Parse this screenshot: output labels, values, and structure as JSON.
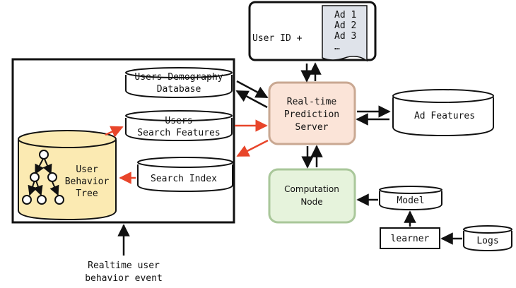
{
  "diagram": {
    "user_id_box": {
      "label": "User ID +"
    },
    "ad_list": {
      "items": [
        "Ad 1",
        "Ad 2",
        "Ad 3",
        "…"
      ]
    },
    "users_demography_db": {
      "line1": "Users Demography",
      "line2": "Database"
    },
    "users_search_features": {
      "line1": "Users",
      "line2": "Search Features"
    },
    "search_index": {
      "label": "Search Index"
    },
    "user_behavior_tree": {
      "line1": "User",
      "line2": "Behavior",
      "line3": "Tree"
    },
    "prediction_server": {
      "line1": "Real-time",
      "line2": "Prediction",
      "line3": "Server"
    },
    "ad_features": {
      "label": "Ad Features"
    },
    "computation_node": {
      "line1": "Computation",
      "line2": "Node"
    },
    "model": {
      "label": "Model"
    },
    "learner": {
      "label": "learner"
    },
    "logs": {
      "label": "Logs"
    },
    "event_caption": {
      "line1": "Realtime user",
      "line2": "behavior event"
    }
  },
  "colors": {
    "server_fill": "#fbe4d8",
    "server_stroke": "#c9a892",
    "computation_fill": "#e6f3dc",
    "computation_stroke": "#a9c79a",
    "behavior_tree_fill": "#fbeab2",
    "red_arrow": "#e8452a",
    "black": "#111111"
  }
}
